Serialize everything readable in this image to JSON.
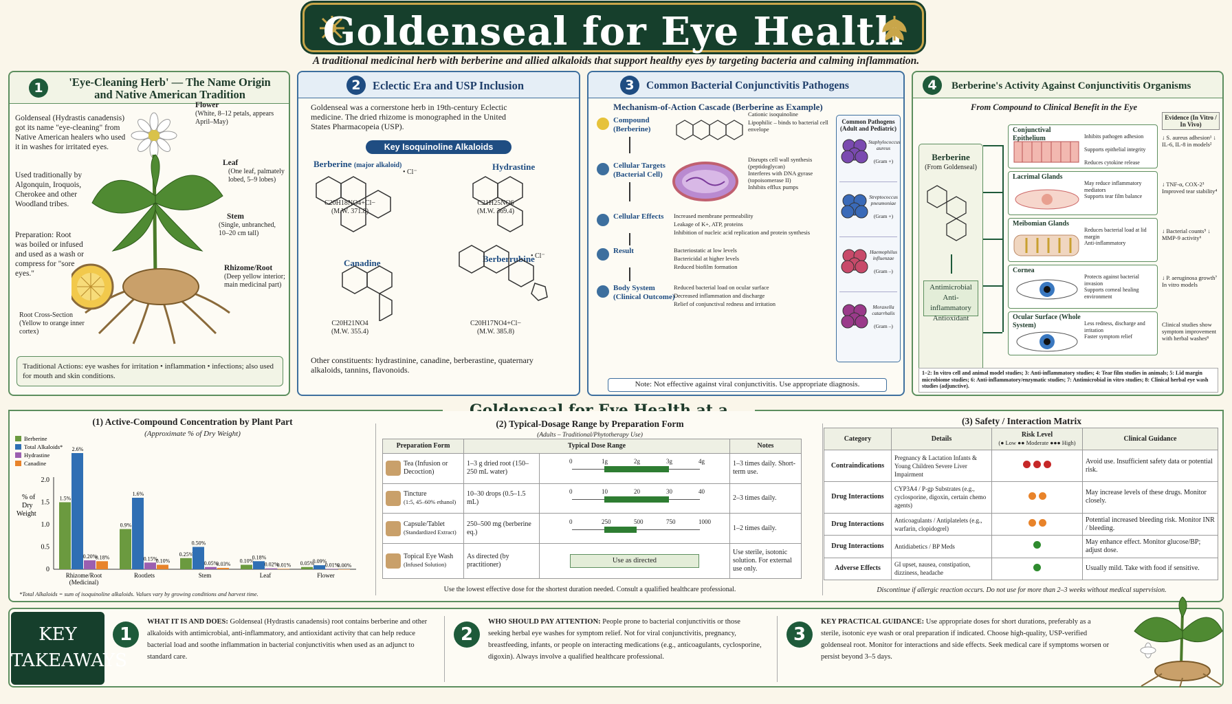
{
  "title": "Goldenseal for Eye Health",
  "subtitle": "A traditional medicinal herb with berberine and allied alkaloids that support healthy eyes by targeting bacteria and calming inflammation.",
  "sec1": {
    "num": "1",
    "title1": "'Eye-Cleaning Herb' — The Name Origin",
    "title2": "and Native American Tradition",
    "intro": "Goldenseal (Hydrastis canadensis) got its name \"eye-cleaning\" from Native American healers who used it in washes for irritated eyes.",
    "tribes": "Used traditionally by Algonquin, Iroquois, Cherokee and other Woodland tribes.",
    "prep": "Preparation: Root was boiled or infused and used as a wash or compress for \"sore eyes.\"",
    "cross": "Root Cross-Section (Yellow to orange inner cortex)",
    "flower": "Flower",
    "flower_d": "(White, 8–12 petals, appears April–May)",
    "leaf": "Leaf",
    "leaf_d": "(One leaf, palmately lobed, 5–9 lobes)",
    "stem": "Stem",
    "stem_d": "(Single, unbranched, 10–20 cm tall)",
    "root": "Rhizome/Root",
    "root_d": "(Deep yellow interior; main medicinal part)",
    "actions": "Traditional Actions: eye washes for irritation • inflammation • infections; also used for mouth and skin conditions."
  },
  "sec2": {
    "num": "2",
    "title": "Eclectic Era and USP Inclusion",
    "intro": "Goldenseal was a cornerstone herb in 19th-century Eclectic medicine. The dried rhizome is monographed in the United States Pharmacopeia (USP).",
    "badge": "Key Isoquinoline Alkaloids",
    "compounds": [
      {
        "name": "Berberine",
        "note": "(major alkaloid)",
        "formula": "C20H18NO4+Cl−",
        "mw": "(M.W. 371.8)"
      },
      {
        "name": "Hydrastine",
        "note": "",
        "formula": "C21H25NO6",
        "mw": "(M.W. 369.4)"
      },
      {
        "name": "Canadine",
        "note": "",
        "formula": "C20H21NO4",
        "mw": "(M.W. 355.4)"
      },
      {
        "name": "Berberrubine",
        "note": "",
        "formula": "C20H17NO4+Cl−",
        "mw": "(M.W. 385.8)"
      }
    ],
    "other": "Other constituents: hydrastinine, canadine, berberastine, quaternary alkaloids, tannins, flavonoids."
  },
  "sec3": {
    "num": "3",
    "title": "Common Bacterial Conjunctivitis Pathogens",
    "subtitle": "Mechanism-of-Action Cascade (Berberine as Example)",
    "steps": [
      {
        "label": "Compound (Berberine)",
        "bullets": [
          "Cationic isoquinoline",
          "Lipophilic – binds to bacterial cell envelope"
        ]
      },
      {
        "label": "Cellular Targets (Bacterial Cell)",
        "bullets": [
          "Disrupts cell wall synthesis (peptidoglycan)",
          "Interferes with DNA gyrase (topoisomerase II)",
          "Inhibits efflux pumps"
        ]
      },
      {
        "label": "Cellular Effects",
        "bullets": [
          "Increased membrane permeability",
          "Leakage of K+, ATP, proteins",
          "Inhibition of nucleic acid replication and protein synthesis"
        ]
      },
      {
        "label": "Result",
        "bullets": [
          "Bacteriostatic at low levels",
          "Bactericidal at higher levels",
          "Reduced biofilm formation"
        ]
      },
      {
        "label": "Body System (Clinical Outcome)",
        "bullets": [
          "Reduced bacterial load on ocular surface",
          "Decreased inflammation and discharge",
          "Relief of conjunctival redness and irritation"
        ]
      }
    ],
    "pathogens_head": "Common Pathogens (Adult and Pediatric)",
    "pathogens": [
      {
        "name": "Staphylococcus aureus",
        "gram": "(Gram +)"
      },
      {
        "name": "Streptococcus pneumoniae",
        "gram": "(Gram +)"
      },
      {
        "name": "Haemophilus influenzae",
        "gram": "(Gram –)"
      },
      {
        "name": "Moraxella catarrhalis",
        "gram": "(Gram –)"
      }
    ],
    "note": "Note: Not effective against viral conjunctivitis. Use appropriate diagnosis."
  },
  "sec4": {
    "num": "4",
    "title": "Berberine's Activity Against Conjunctivitis Organisms",
    "subtitle": "From Compound to Clinical Benefit in the Eye",
    "source": "Berberine",
    "source_sub": "(From Goldenseal)",
    "actions": "Antimicrobial Anti-inflammatory Antioxidant",
    "evidence_head": "Evidence (In Vitro / In Vivo)",
    "rows": [
      {
        "name": "Conjunctival Epithelium",
        "bullets": [
          "Inhibits pathogen adhesion",
          "Supports epithelial integrity",
          "Reduces cytokine release"
        ],
        "evidence": "↓ S. aureus adhesion¹ ↓ IL-6, IL-8 in models²"
      },
      {
        "name": "Lacrimal Glands",
        "bullets": [
          "May reduce inflammatory mediators",
          "Supports tear film balance"
        ],
        "evidence": "↓ TNF-α, COX-2³ Improved tear stability⁴"
      },
      {
        "name": "Meibomian Glands",
        "bullets": [
          "Reduces bacterial load at lid margin",
          "Anti-inflammatory"
        ],
        "evidence": "↓ Bacterial counts⁵ ↓ MMP-9 activity⁶"
      },
      {
        "name": "Cornea",
        "bullets": [
          "Protects against bacterial invasion",
          "Supports corneal healing environment"
        ],
        "evidence": "↓ P. aeruginosa growth⁷ In vitro models"
      },
      {
        "name": "Ocular Surface (Whole System)",
        "bullets": [
          "Less redness, discharge and irritation",
          "Faster symptom relief"
        ],
        "evidence": "Clinical studies show symptom improvement with herbal washes⁸"
      }
    ],
    "footnote": "1–2: In vitro cell and animal model studies; 3: Anti-inflammatory studies; 4: Tear film studies in animals; 5: Lid margin microbiome studies; 6: Anti-inflammatory/enzymatic studies; 7: Antimicrobial in vitro studies; 8: Clinical herbal eye wash studies (adjunctive)."
  },
  "glance": "Goldenseal for Eye Health at a Glance",
  "chart_data": {
    "type": "bar",
    "title": "(1) Active-Compound Concentration by Plant Part",
    "subtitle": "(Approximate % of Dry Weight)",
    "ylabel": "% of Dry Weight",
    "ylim": [
      0,
      2.0
    ],
    "yticks": [
      "0",
      "0.5",
      "1.0",
      "1.5",
      "2.0"
    ],
    "categories": [
      "Rhizome/Root (Medicinal)",
      "Rootlets",
      "Stem",
      "Leaf",
      "Flower"
    ],
    "series": [
      {
        "name": "Berberine",
        "color": "#6b9a3f",
        "values": [
          1.5,
          0.9,
          0.25,
          0.1,
          0.05
        ]
      },
      {
        "name": "Total Alkaloids*",
        "color": "#2f6fb4",
        "values": [
          2.6,
          1.6,
          0.5,
          0.18,
          0.09
        ]
      },
      {
        "name": "Hydrastine",
        "color": "#9b5fb0",
        "values": [
          0.2,
          0.15,
          0.05,
          0.02,
          0.01
        ]
      },
      {
        "name": "Canadine",
        "color": "#e8832a",
        "values": [
          0.18,
          0.1,
          0.03,
          0.01,
          0.0
        ]
      }
    ],
    "labels": [
      [
        "1.5%",
        "2.6%",
        "0.20%",
        "0.18%"
      ],
      [
        "0.9%",
        "1.6%",
        "0.15%",
        "0.10%"
      ],
      [
        "0.25%",
        "0.50%",
        "0.05%",
        "0.03%"
      ],
      [
        "0.10%",
        "0.18%",
        "0.02%",
        "0.01%"
      ],
      [
        "0.05%",
        "0.09%",
        "0.01%",
        "0.00%"
      ]
    ],
    "footnote": "*Total Alkaloids = sum of isoquinoline alkaloids. Values vary by growing conditions and harvest time."
  },
  "dosage": {
    "title": "(2) Typical-Dosage Range by Preparation Form",
    "subtitle": "(Adults – Traditional/Phytotherapy Use)",
    "headers": [
      "Preparation Form",
      "Typical Dose Range",
      "Notes"
    ],
    "rows": [
      {
        "form": "Tea (Infusion or Decoction)",
        "dose": "1–3 g dried root (150–250 mL water)",
        "scale": [
          "0",
          "1g",
          "2g",
          "3g",
          "4g"
        ],
        "min": 1,
        "max": 3,
        "top": 4,
        "notes": "1–3 times daily. Short-term use."
      },
      {
        "form": "Tincture",
        "form_sub": "(1:5, 45–60% ethanol)",
        "dose": "10–30 drops (0.5–1.5 mL)",
        "scale": [
          "0",
          "10",
          "20",
          "30",
          "40"
        ],
        "min": 10,
        "max": 30,
        "top": 40,
        "notes": "2–3 times daily."
      },
      {
        "form": "Capsule/Tablet",
        "form_sub": "(Standardized Extract)",
        "dose": "250–500 mg (berberine eq.)",
        "scale": [
          "0",
          "250",
          "500",
          "750",
          "1000"
        ],
        "min": 250,
        "max": 500,
        "top": 1000,
        "notes": "1–2 times daily."
      },
      {
        "form": "Topical Eye Wash",
        "form_sub": "(Infused Solution)",
        "dose": "As directed (by practitioner)",
        "usebox": "Use as directed",
        "notes": "Use sterile, isotonic solution. For external use only."
      }
    ],
    "footnote": "Use the lowest effective dose for the shortest duration needed. Consult a qualified healthcare professional."
  },
  "safety": {
    "title": "(3) Safety / Interaction Matrix",
    "headers": [
      "Category",
      "Details",
      "Risk Level",
      "Clinical Guidance"
    ],
    "legend": "(● Low ●● Moderate ●●● High)",
    "rows": [
      {
        "cat": "Contraindications",
        "details": "Pregnancy & Lactation Infants & Young Children Severe Liver Impairment",
        "risk": 3,
        "color": "#c62828",
        "guide": "Avoid use. Insufficient safety data or potential risk."
      },
      {
        "cat": "Drug Interactions",
        "details": "CYP3A4 / P-gp Substrates (e.g., cyclosporine, digoxin, certain chemo agents)",
        "risk": 2,
        "color": "#e8832a",
        "guide": "May increase levels of these drugs. Monitor closely."
      },
      {
        "cat": "Drug Interactions",
        "details": "Anticoagulants / Antiplatelets (e.g., warfarin, clopidogrel)",
        "risk": 2,
        "color": "#e8832a",
        "guide": "Potential increased bleeding risk. Monitor INR / bleeding."
      },
      {
        "cat": "Drug Interactions",
        "details": "Antidiabetics / BP Meds",
        "risk": 1,
        "color": "#2e8b2e",
        "guide": "May enhance effect. Monitor glucose/BP; adjust dose."
      },
      {
        "cat": "Adverse Effects",
        "details": "GI upset, nausea, constipation, dizziness, headache",
        "risk": 1,
        "color": "#2e8b2e",
        "guide": "Usually mild. Take with food if sensitive."
      }
    ],
    "footnote": "Discontinue if allergic reaction occurs. Do not use for more than 2–3 weeks without medical supervision."
  },
  "takeaways": {
    "label1": "KEY",
    "label2": "TAKEAWAYS",
    "items": [
      {
        "num": "1",
        "head": "WHAT IT IS AND DOES:",
        "body": "Goldenseal (Hydrastis canadensis) root contains berberine and other alkaloids with antimicrobial, anti-inflammatory, and antioxidant activity that can help reduce bacterial load and soothe inflammation in bacterial conjunctivitis when used as an adjunct to standard care."
      },
      {
        "num": "2",
        "head": "WHO SHOULD PAY ATTENTION:",
        "body": "People prone to bacterial conjunctivitis or those seeking herbal eye washes for symptom relief. Not for viral conjunctivitis, pregnancy, breastfeeding, infants, or people on interacting medications (e.g., anticoagulants, cyclosporine, digoxin). Always involve a qualified healthcare professional."
      },
      {
        "num": "3",
        "head": "KEY PRACTICAL GUIDANCE:",
        "body": "Use appropriate doses for short durations, preferably as a sterile, isotonic eye wash or oral preparation if indicated. Choose high-quality, USP-verified goldenseal root. Monitor for interactions and side effects. Seek medical care if symptoms worsen or persist beyond 3–5 days."
      }
    ]
  },
  "colors": {
    "green_dark": "#163f2c",
    "gold": "#c9a64a",
    "blue": "#1f4d82"
  }
}
